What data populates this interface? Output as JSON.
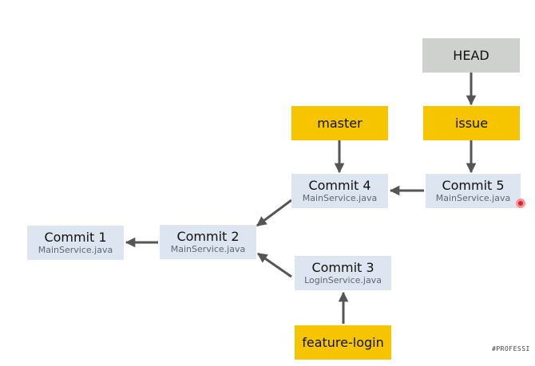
{
  "commits": [
    {
      "id": "commit-1",
      "title": "Commit 1",
      "file": "MainService.java"
    },
    {
      "id": "commit-2",
      "title": "Commit 2",
      "file": "MainService.java"
    },
    {
      "id": "commit-3",
      "title": "Commit 3",
      "file": "LoginService.java"
    },
    {
      "id": "commit-4",
      "title": "Commit 4",
      "file": "MainService.java"
    },
    {
      "id": "commit-5",
      "title": "Commit 5",
      "file": "MainService.java"
    }
  ],
  "refs": {
    "head": "HEAD",
    "master": "master",
    "issue": "issue",
    "feature_login": "feature-login"
  },
  "watermark": "#PROFESSI",
  "colors": {
    "commit_box": "#dde5f0",
    "branch_box": "#f6c500",
    "head_box": "#cfd1cf",
    "arrow": "#555555"
  }
}
